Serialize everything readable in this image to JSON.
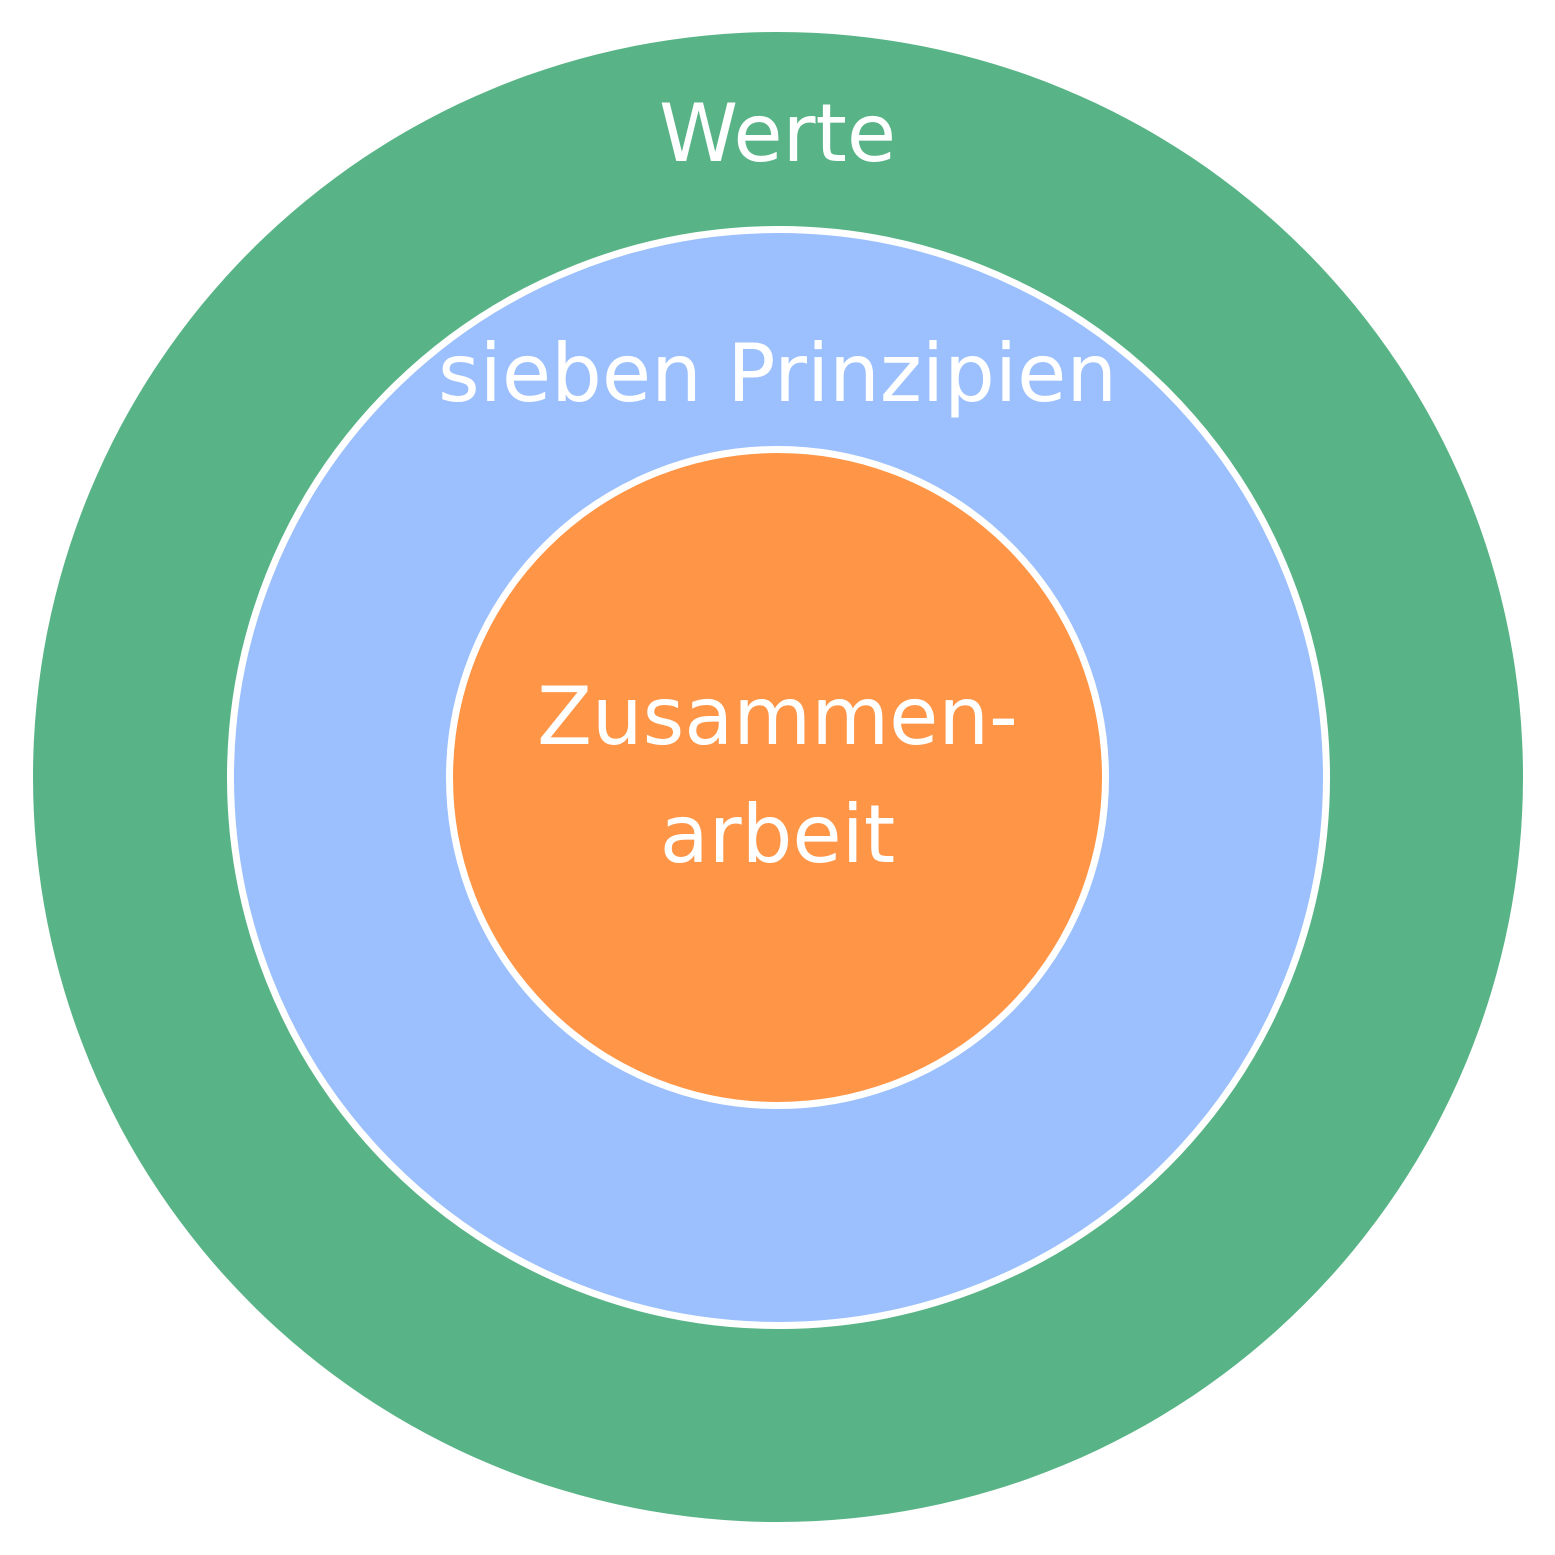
{
  "colors": {
    "outer_ring": "#58b486",
    "middle_ring": "#9bc0fd",
    "inner_circle": "#ff9546",
    "stroke": "#ffffff",
    "text": "#ffffff"
  },
  "layers": {
    "outer": {
      "label": "Werte"
    },
    "middle": {
      "label": "sieben Prinzipien"
    },
    "inner": {
      "label_line1": "Zusammen-",
      "label_line2": "arbeit"
    }
  }
}
